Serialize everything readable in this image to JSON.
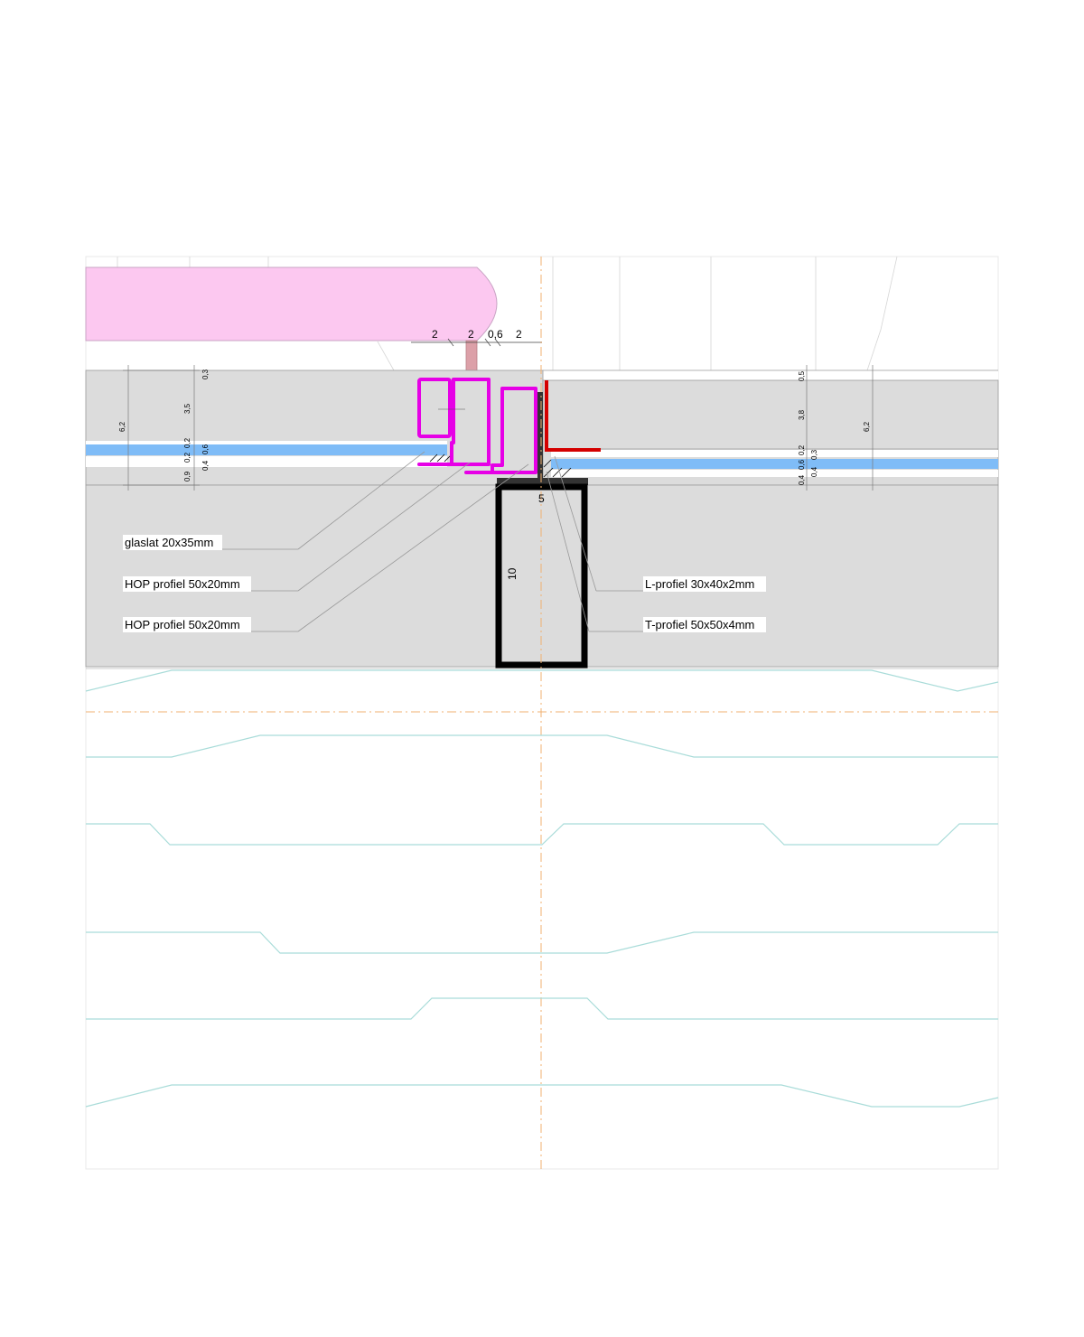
{
  "labels": {
    "glaslat": "glaslat 20x35mm",
    "hop_1": "HOP profiel 50x20mm",
    "hop_2": "HOP profiel 50x20mm",
    "l_profiel": "L-profiel 30x40x2mm",
    "t_profiel": "T-profiel 50x50x4mm"
  },
  "dimensions": {
    "top": [
      "2",
      "2",
      "0,6",
      "2"
    ],
    "left_total": "6,2",
    "left_stack": [
      "0,3",
      "3,5",
      "0,2",
      "0,2",
      "0,9",
      "0,6",
      "0,4"
    ],
    "right_total": "6,2",
    "right_stack": [
      "0,5",
      "3,8",
      "0,2",
      "0,6",
      "0,4",
      "0,3",
      "0,4"
    ],
    "t_width": "5",
    "t_height": "10"
  },
  "colors": {
    "handrail": "#fcc8f0",
    "section_fill": "#dcdcdc",
    "glass": "#7fbcf7",
    "hop_profile": "#e600e6",
    "l_profile": "#d40000",
    "t_profile": "#000000",
    "axis": "#f0b070",
    "contour": "#a9dcd9",
    "guide": "#999999"
  }
}
